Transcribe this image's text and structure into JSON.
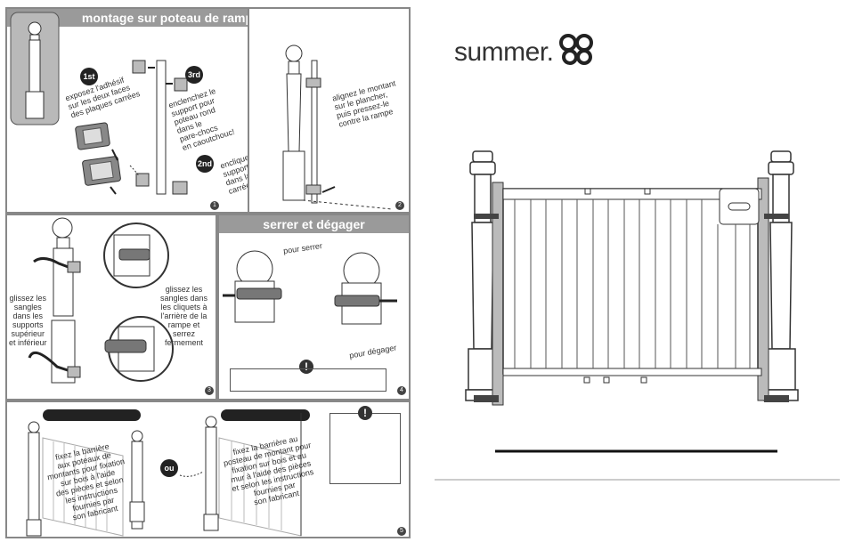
{
  "panel1": {
    "title": "montage sur poteau de rampe à tête ronde",
    "step_num": "1",
    "first_badge": "1st",
    "first_text": "exposez l'adhésif\nsur les deux faces\ndes plaques carrées",
    "third_badge": "3rd",
    "third_text": "enclenchez le\nsupport pour\npoteau rond\ndans le\npare-chocs\nen caoutchouc!",
    "second_badge": "2nd",
    "second_text": "encliquetez le\nsupport carré\ndans la plaque\ncarrée"
  },
  "panel2": {
    "step_num": "2",
    "text": "alignez le montant\nsur le plancher,\npuis pressez-le\ncontre la rampe"
  },
  "panel3": {
    "step_num": "3",
    "left_text": "glissez les\nsangles\ndans les\nsupports\nsupérieur\net inférieur",
    "right_text": "glissez les\nsangles dans\nles cliquets à\nl'arrière de la\nrampe et\nserrez\nfermement"
  },
  "panel4": {
    "title": "serrer et dégager",
    "step_num": "4",
    "tighten": "pour serrer",
    "release": "pour dégager",
    "warning_icon": "!"
  },
  "panel5": {
    "step_num": "5",
    "left_text": "fixez la barrière\naux poteaux de\nmontants pour fixation\nsur bois à l'aide\ndes pièces et selon\nles instructions\nfournies par\nson fabricant",
    "or_label": "ou",
    "right_text": "fixez la barrière au\nposteau de montant pour\nfixation sur bois et au\nmur à l'aide des pièces\net selon les instructions\nfournies par\nson fabricant",
    "warning_icon": "!"
  },
  "brand": {
    "name": "summer."
  },
  "colors": {
    "header_gray": "#9a9a9a",
    "border_gray": "#888888",
    "ink": "#222222"
  }
}
